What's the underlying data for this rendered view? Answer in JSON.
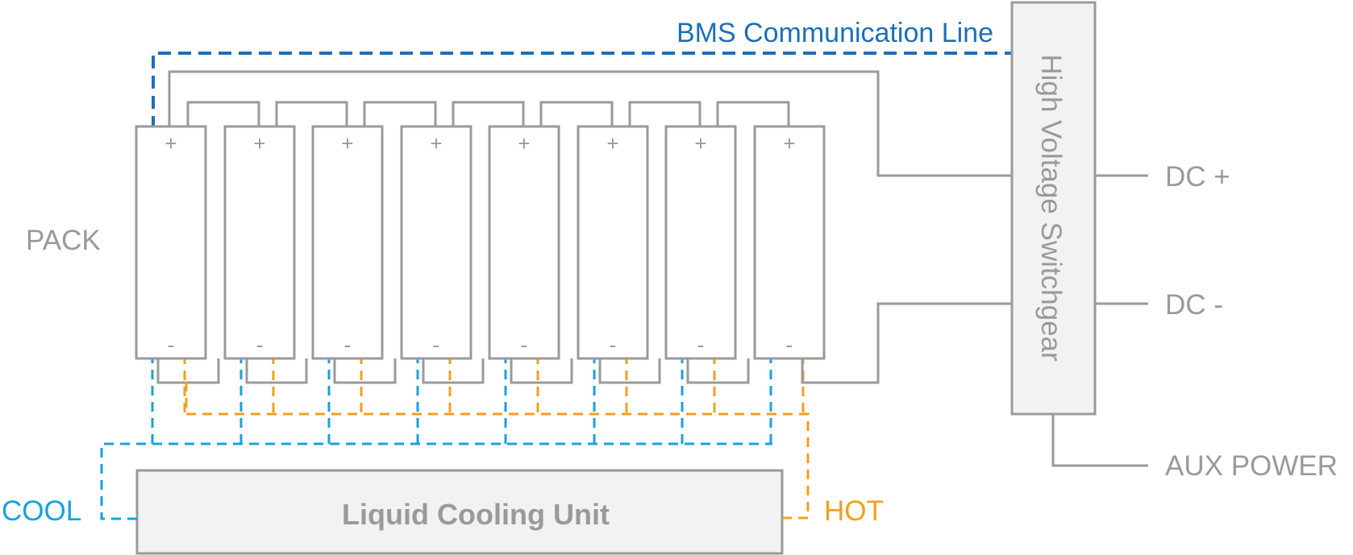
{
  "labels": {
    "bms_line": "BMS Communication Line",
    "pack": "PACK",
    "switchgear": "High Voltage Switchgear",
    "dc_plus": "DC +",
    "dc_minus": "DC -",
    "aux_power": "AUX POWER",
    "cooling_unit": "Liquid Cooling Unit",
    "cool": "COOL",
    "hot": "HOT"
  },
  "modules": [
    {
      "plus": "+",
      "minus": "-"
    },
    {
      "plus": "+",
      "minus": "-"
    },
    {
      "plus": "+",
      "minus": "-"
    },
    {
      "plus": "+",
      "minus": "-"
    },
    {
      "plus": "+",
      "minus": "-"
    },
    {
      "plus": "+",
      "minus": "-"
    },
    {
      "plus": "+",
      "minus": "-"
    },
    {
      "plus": "+",
      "minus": "-"
    }
  ],
  "colors": {
    "gray": "#9a9a9a",
    "box_fill": "#f2f2f2",
    "cool": "#1aa0e0",
    "hot": "#f0a020",
    "bms": "#1d6fb8"
  }
}
